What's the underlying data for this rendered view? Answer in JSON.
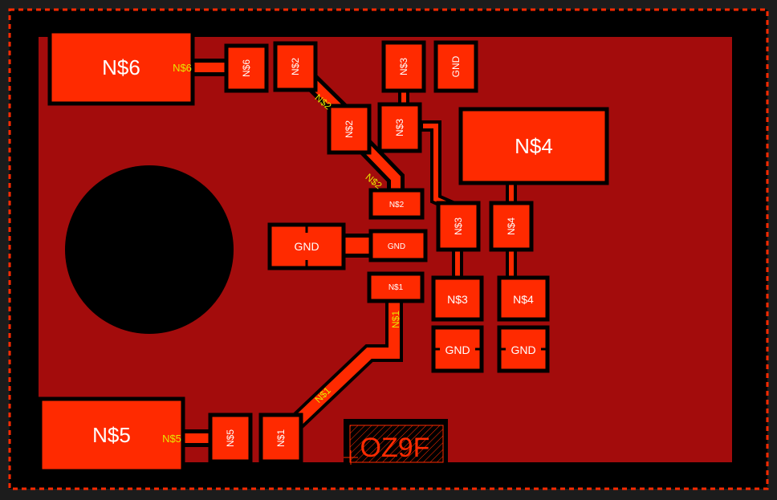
{
  "board": {
    "copper_color": "#a30c0c",
    "pad_color": "#ff2a00",
    "outline_color": "#ff2a00",
    "silk_net_color": "#e6e600",
    "marking": "OZ9F"
  },
  "pads": {
    "ns6_big": "N$6",
    "ns6_small": "N$6",
    "ns2_top": "N$2",
    "ns2_mid": "N$2",
    "ns2_low": "N$2",
    "ns3_top": "N$3",
    "gnd_top": "GND",
    "ns3_mid": "N$3",
    "ns4_big": "N$4",
    "ns3_vert": "N$3",
    "ns4_vert": "N$4",
    "gnd_left": "GND",
    "gnd_right": "GND",
    "ns1_small": "N$1",
    "ns3_low": "N$3",
    "ns4_low": "N$4",
    "gnd_low_a": "GND",
    "gnd_low_b": "GND",
    "ns5_big": "N$5",
    "ns5_small": "N$5",
    "ns1_bottom": "N$1"
  },
  "net_labels": {
    "ns6": "N$6",
    "ns2_a": "N$2",
    "ns2_b": "N$2",
    "ns1_a": "N$1",
    "ns1_b": "N$1",
    "ns5": "N$5"
  }
}
